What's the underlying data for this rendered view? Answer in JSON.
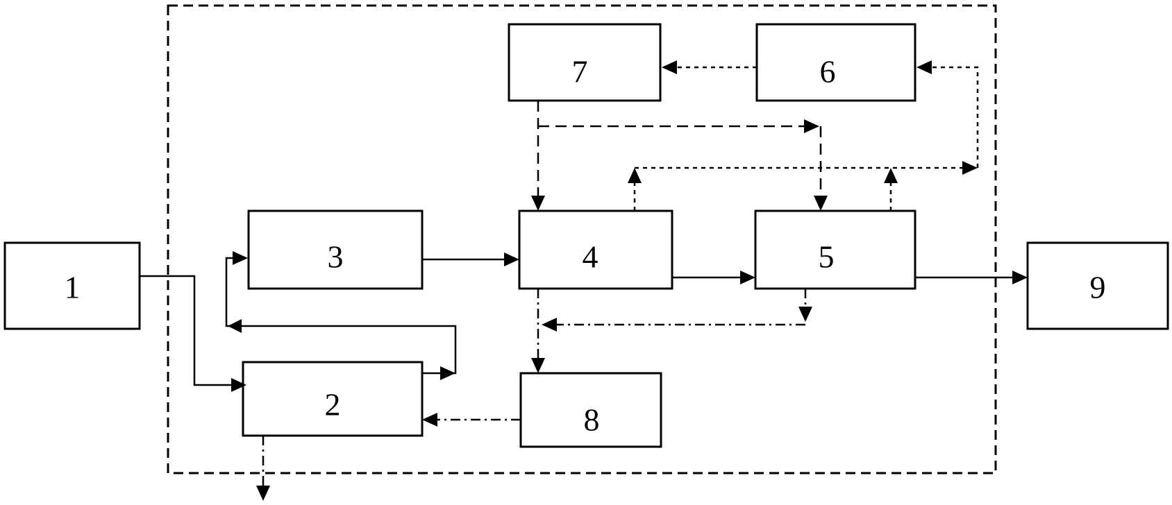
{
  "diagram": {
    "blocks": {
      "b1": "1",
      "b2": "2",
      "b3": "3",
      "b4": "4",
      "b5": "5",
      "b6": "6",
      "b7": "7",
      "b8": "8",
      "b9": "9"
    }
  }
}
